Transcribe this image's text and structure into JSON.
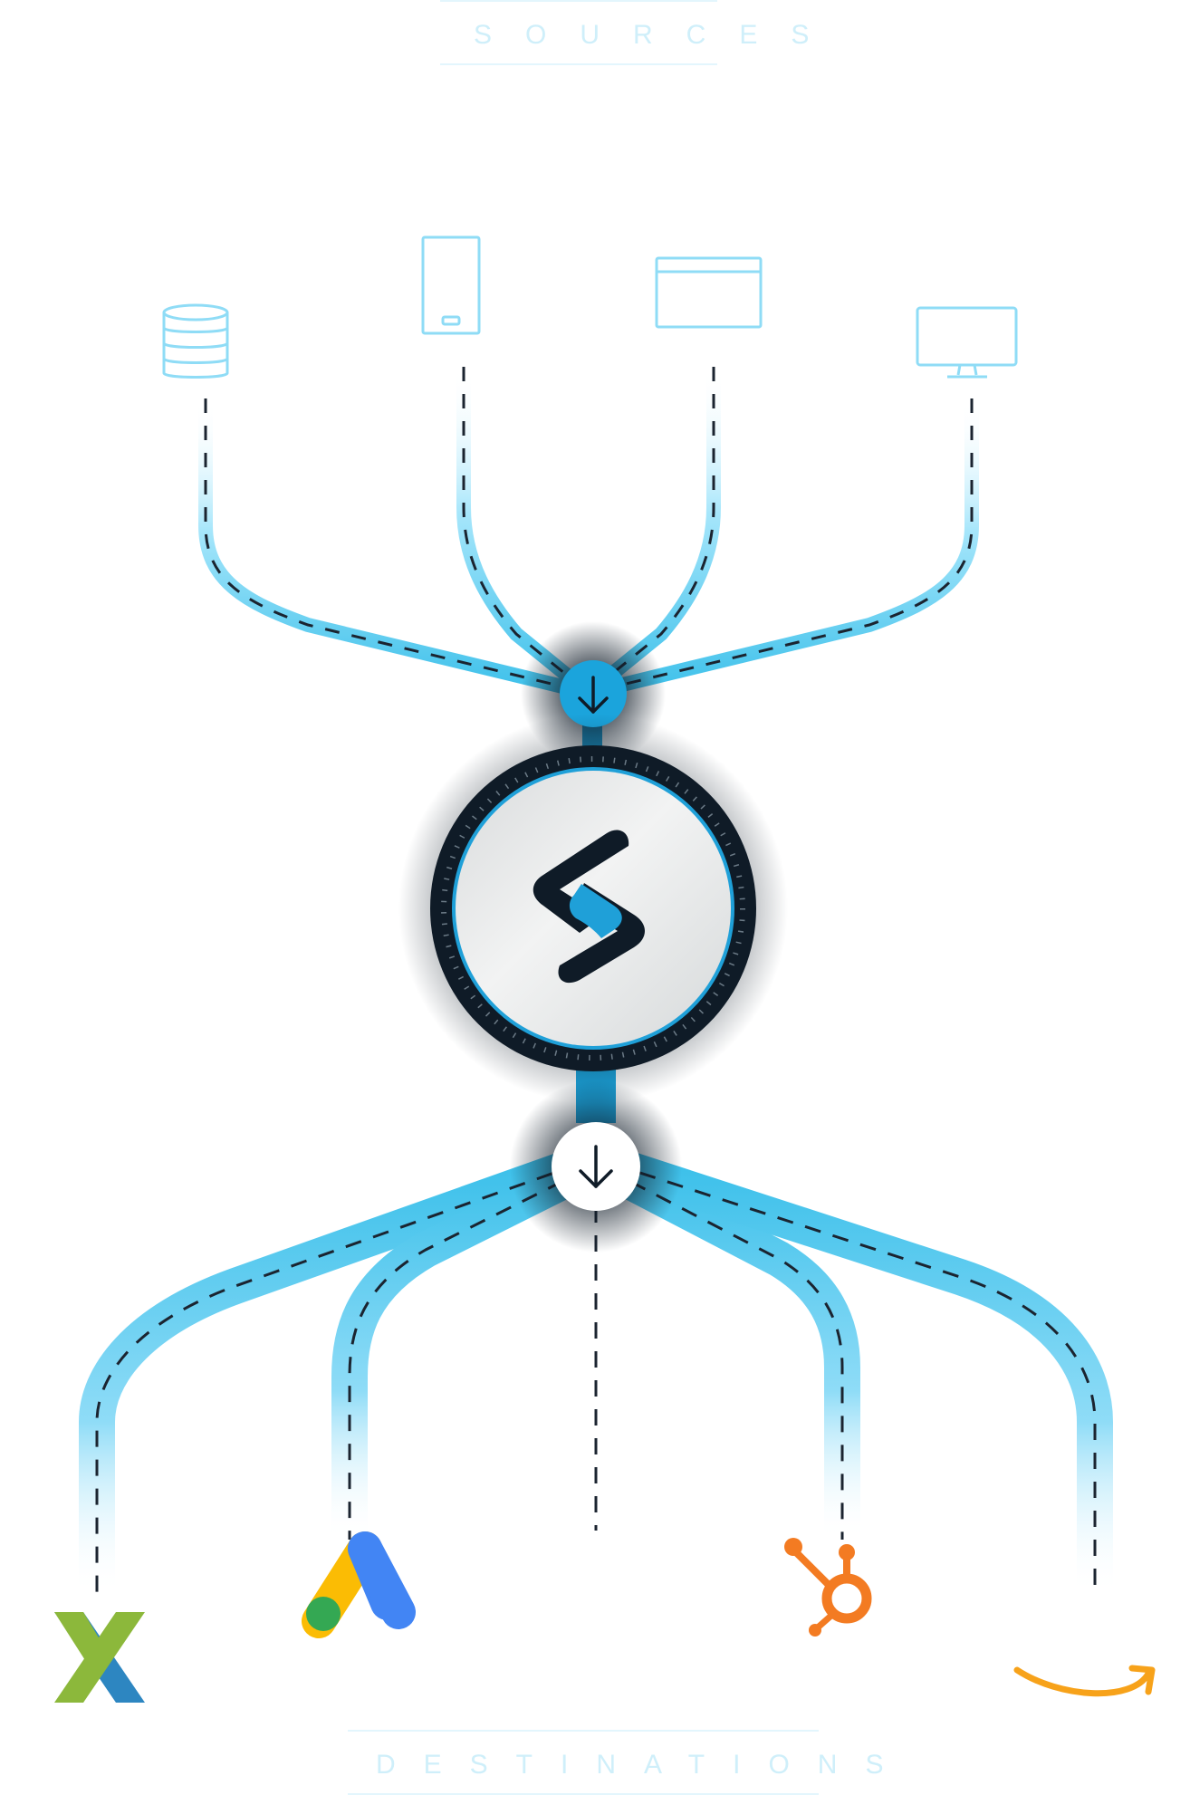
{
  "header": {
    "sources_label": "SOURCES"
  },
  "footer": {
    "destinations_label": "DESTINATIONS"
  },
  "sources": [
    {
      "icon": "database-icon"
    },
    {
      "icon": "mobile-device-icon"
    },
    {
      "icon": "browser-window-icon"
    },
    {
      "icon": "desktop-monitor-icon"
    }
  ],
  "destinations": [
    {
      "icon": "x-logo-icon"
    },
    {
      "icon": "google-ads-logo-icon"
    },
    {
      "icon": "empty-destination"
    },
    {
      "icon": "hubspot-logo-icon"
    },
    {
      "icon": "amazon-smile-logo-icon"
    }
  ],
  "colors": {
    "pipe": "#3cc0ea",
    "pipe_light": "#a6e6fb",
    "dash": "#1b2430",
    "node_blue": "#1ba4dc",
    "hub_dark": "#0f1b27",
    "hub_face": "#e4e6e7",
    "accent_blue": "#1fa0d8",
    "source_icon": "#8fdcf6",
    "hubspot": "#f37b22",
    "amazon": "#f7a21a",
    "google_blue": "#4285f4",
    "google_yellow": "#fbbc04",
    "google_green": "#34a853",
    "x_green": "#8cb83b",
    "x_blue": "#2d86c1"
  }
}
